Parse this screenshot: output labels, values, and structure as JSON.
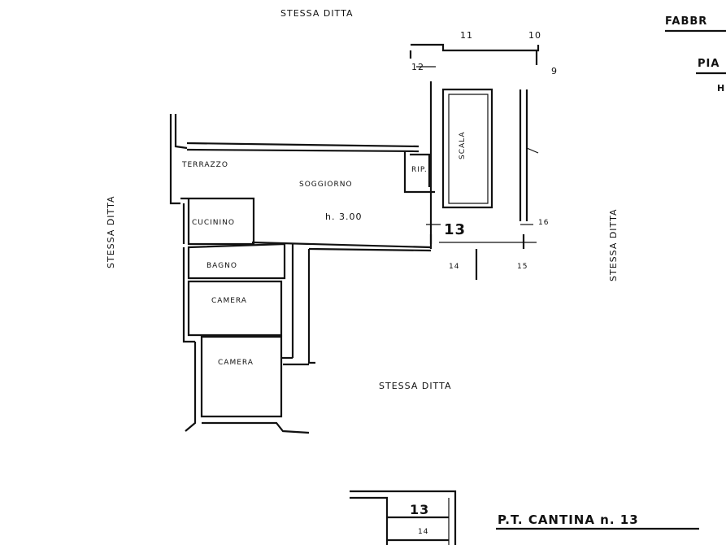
{
  "labels": {
    "stessa_ditta_top": "STESSA  DITTA",
    "stessa_ditta_left": "STESSA  DITTA",
    "stessa_ditta_right": "STESSA  DITTA",
    "stessa_ditta_bottom": "STESSA  DITTA",
    "title_partial_1": "FABBR",
    "title_partial_2": "PIA",
    "title_partial_3": "H",
    "terrazzo": "TERRAZZO",
    "soggiorno": "SOGGIORNO",
    "height": "h. 3.00",
    "cucinino": "CUCININO",
    "bagno": "BAGNO",
    "camera_1": "CAMERA",
    "camera_2": "CAMERA",
    "rip": "RIP.",
    "scala": "SCALA",
    "unit_number": "13",
    "num_9": "9",
    "num_10": "10",
    "num_11": "11",
    "num_12": "12",
    "num_14": "14",
    "num_15": "15",
    "num_16": "16",
    "cantina_13": "13",
    "cantina_14": "14",
    "cantina_title": "P.T. CANTINA  n. 13"
  }
}
